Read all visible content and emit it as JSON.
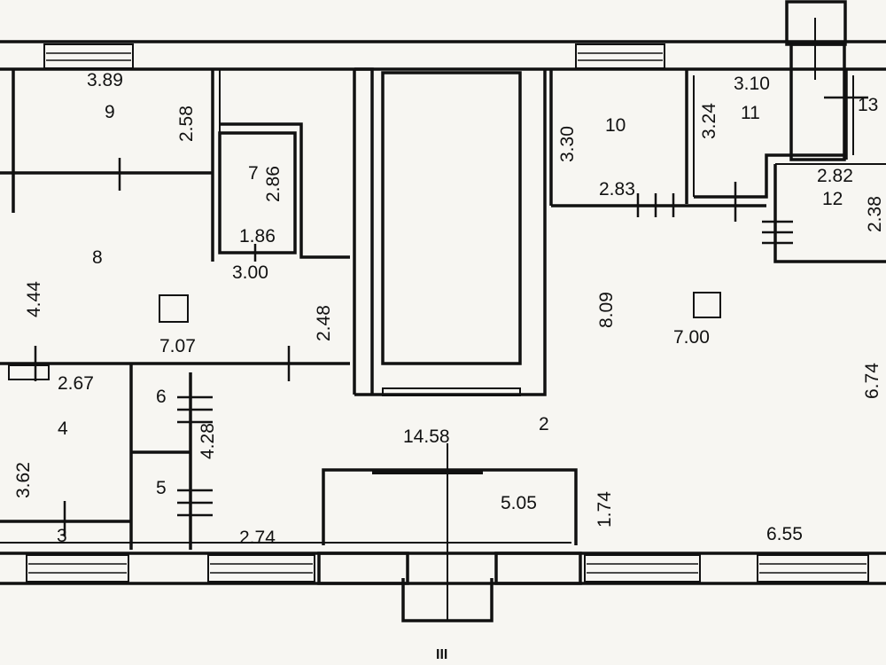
{
  "dimensions": {
    "room9_width": "3.89",
    "room9_height": "2.58",
    "room7_height": "2.86",
    "room7_width": "1.86",
    "closet_width": "3.00",
    "room8_height": "4.44",
    "room8_width": "7.07",
    "corridor_height": "2.48",
    "room10_height": "3.30",
    "room10_width": "2.83",
    "room11_width": "3.10",
    "room11_height": "3.24",
    "room12_width": "2.82",
    "room12_height": "2.38",
    "hall_height": "8.09",
    "hall_width": "7.00",
    "hall_right_height": "6.74",
    "room4_width": "2.67",
    "room4_height": "3.62",
    "wc_height": "4.28",
    "hall_length": "14.58",
    "vestibule_width": "5.05",
    "vestibule_height": "1.74",
    "front_width": "2.74",
    "front_right_width": "6.55"
  },
  "rooms": {
    "r2": "2",
    "r3": "3",
    "r4": "4",
    "r5": "5",
    "r6": "6",
    "r7": "7",
    "r8": "8",
    "r9": "9",
    "r10": "10",
    "r11": "11",
    "r12": "12",
    "r13": "13"
  },
  "entrance_label": "III"
}
